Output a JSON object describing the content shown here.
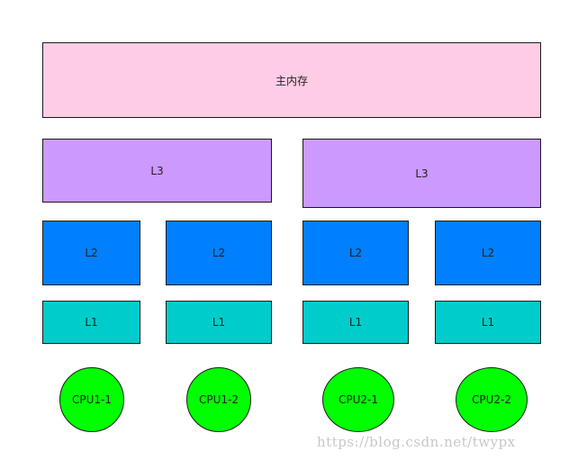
{
  "colors": {
    "main_memory": "#ffcce5",
    "l3": "#cc99ff",
    "l2": "#007fff",
    "l1": "#00cccc",
    "cpu": "#00ff00",
    "border": "#1a1a1a"
  },
  "main_memory": {
    "label": "主内存"
  },
  "l3": [
    {
      "label": "L3"
    },
    {
      "label": "L3"
    }
  ],
  "l2": [
    {
      "label": "L2"
    },
    {
      "label": "L2"
    },
    {
      "label": "L2"
    },
    {
      "label": "L2"
    }
  ],
  "l1": [
    {
      "label": "L1"
    },
    {
      "label": "L1"
    },
    {
      "label": "L1"
    },
    {
      "label": "L1"
    }
  ],
  "cpus": [
    {
      "label": "CPU1-1"
    },
    {
      "label": "CPU1-2"
    },
    {
      "label": "CPU2-1"
    },
    {
      "label": "CPU2-2"
    }
  ],
  "watermark": "https://blog.csdn.net/twypx"
}
